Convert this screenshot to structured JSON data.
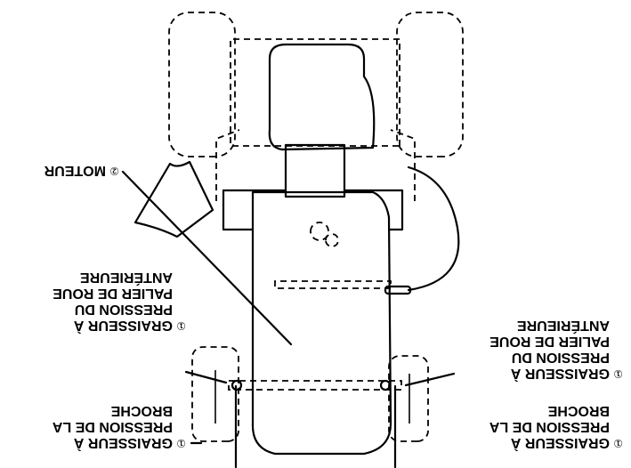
{
  "labels": {
    "rear_left": {
      "number": "①",
      "lines": [
        "GRAISSEUR À",
        "PRESSION DE LA",
        "BROCHE"
      ]
    },
    "rear_right": {
      "number": "①",
      "lines": [
        "GRAISSEUR À",
        "PRESSION DE LA",
        "BROCHE"
      ]
    },
    "front_left": {
      "number": "①",
      "lines": [
        "GRAISSEUR À",
        "PRESSION DU",
        "PALIER DE ROUE",
        "ANTÉRIEURE"
      ]
    },
    "front_right": {
      "number": "①",
      "lines": [
        "GRAISSEUR À",
        "PRESSION DU",
        "PALIER DE ROUE",
        "ANTÉRIEURE"
      ]
    },
    "engine": {
      "number": "②",
      "lines": [
        "MOTEUR"
      ]
    }
  }
}
